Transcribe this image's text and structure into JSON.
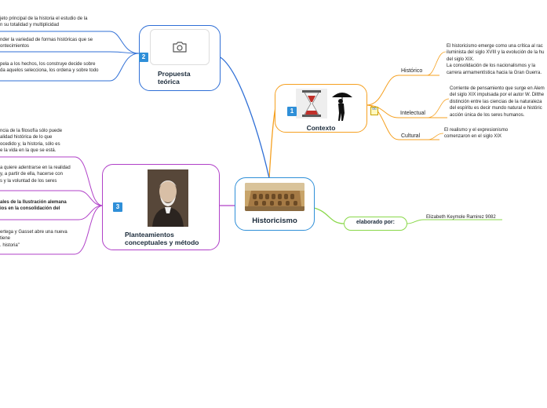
{
  "center": {
    "label": "Historicismo"
  },
  "contexto": {
    "label": "Contexto",
    "badge": "1",
    "branches": [
      {
        "label": "Histórico",
        "text": [
          "El historicismo emerge como una crítica al rac",
          "iluminista del siglo XVIII y la evolución de la hu",
          "del siglo XIX.",
          "La consolidación de los nacionalismos y la",
          "carrera armamentística hacia la Gran Guerra."
        ]
      },
      {
        "label": "Intelectual",
        "text": [
          "Corriente de pensamiento que surge en Alem",
          "del siglo XIX impulsada por el autor W. Dilthe",
          "distinción entre las ciencias de la naturaleza",
          "del espíritu es decir mundo natural e históric",
          "acción única de los seres humanos."
        ]
      },
      {
        "label": "Cultural",
        "text": [
          "El realismo y el expresionismo",
          "comenzaron en el siglo XIX"
        ]
      }
    ]
  },
  "propuesta": {
    "label_line1": "Propuesta",
    "label_line2": "teórica",
    "badge": "2",
    "icon": "camera-icon",
    "items": [
      [
        "jeto principal de la historia el estudio de la",
        "n su totalidad y multiplicidad"
      ],
      [
        "nder  la variedad de formas históricas que se",
        "ontecimientos"
      ],
      [
        "pela a los hechos, los construye decide sobre",
        "da aquelos selecciona, los ordena y sobre todo"
      ]
    ]
  },
  "planteamientos": {
    "label_line1": "Planteamientos",
    "label_line2": "conceptuales y método",
    "badge": "3",
    "items": [
      [
        "ncia de  la filosofía sólo puede",
        "alidad histórica de lo que",
        "ocedido y, la  historia, sólo es",
        "e la vida en la que se está."
      ],
      [
        "a quiere  adentrarse en la realidad",
        "y, a partir de ella, hacerse con",
        "s y la voluntad de  los seres"
      ],
      [
        "ales de la Ilustración alemana",
        "ios en la consolidación del"
      ],
      [
        "ertega y Gasset abre una nueva",
        "tiene",
        ". historia\""
      ]
    ]
  },
  "elaborado": {
    "label": "elaborado por:",
    "author": "Elizabeth Keymole Ramirez 9082"
  },
  "colors": {
    "blue": "#2f6fd6",
    "orange": "#f5a020",
    "purple": "#b040c8",
    "green": "#8ad84a",
    "center_border": "#2f8fd8"
  }
}
